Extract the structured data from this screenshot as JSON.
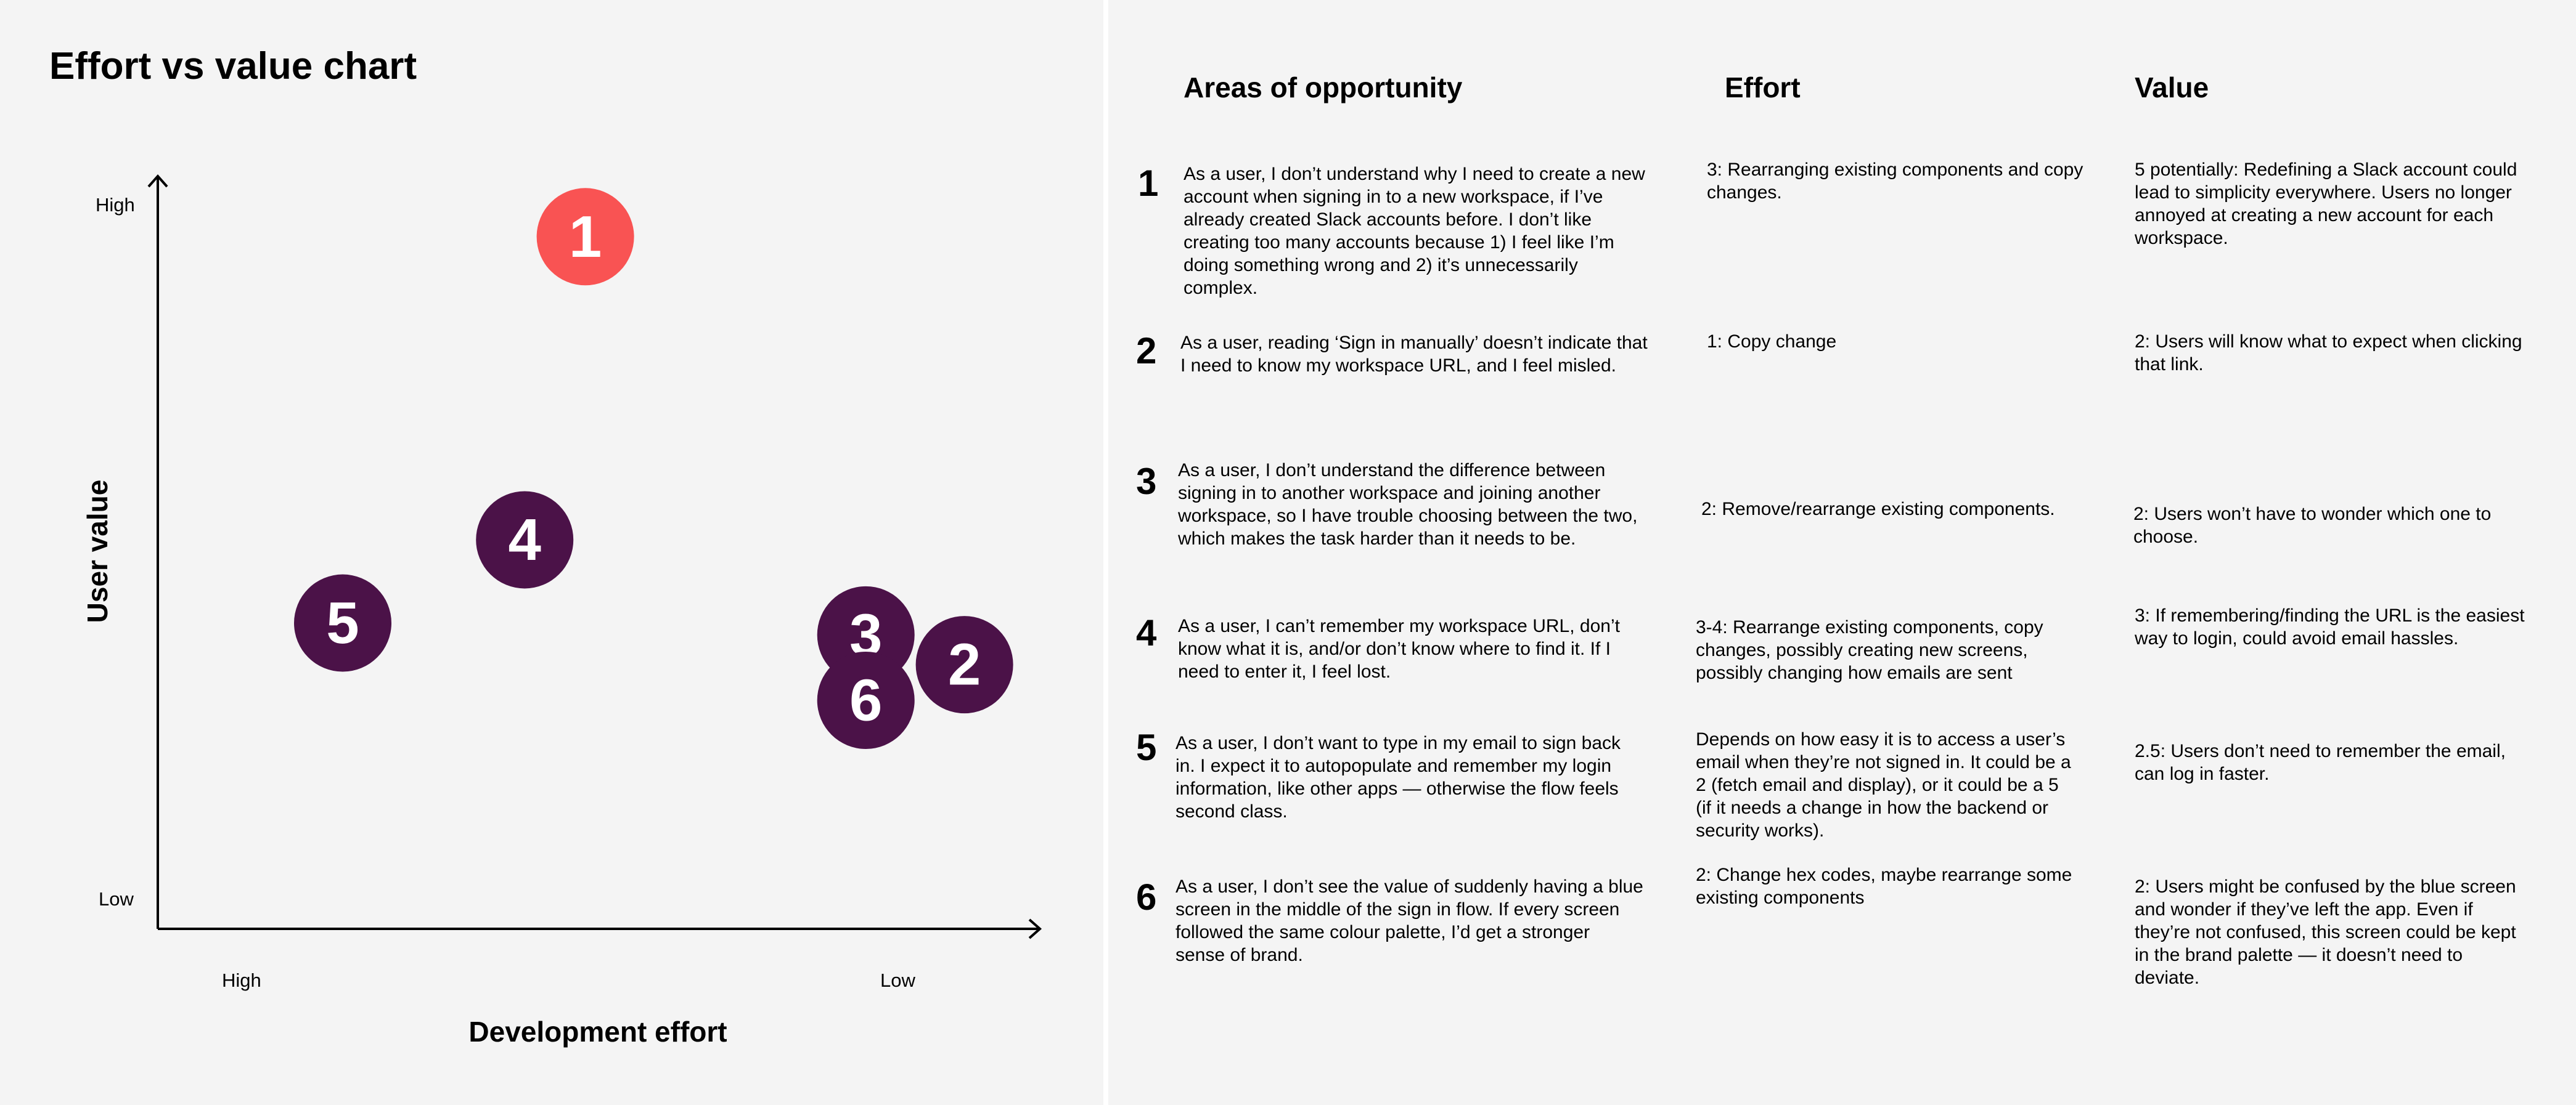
{
  "chart_data": {
    "type": "scatter",
    "title": "Effort vs value chart",
    "xlabel": "Development effort",
    "ylabel": "User value",
    "x_ticks": [
      "High",
      "Low"
    ],
    "y_ticks": [
      "High",
      "Low"
    ],
    "x_range": [
      0,
      10
    ],
    "y_range": [
      0,
      10
    ],
    "points": [
      {
        "label": "1",
        "x": 5.2,
        "y": 9.8,
        "color": "#f95353"
      },
      {
        "label": "2",
        "x": 10.2,
        "y": 2.6,
        "color": "#4b1248"
      },
      {
        "label": "3",
        "x": 8.9,
        "y": 3.1,
        "color": "#4b1248"
      },
      {
        "label": "4",
        "x": 4.4,
        "y": 4.7,
        "color": "#4b1248"
      },
      {
        "label": "5",
        "x": 2.0,
        "y": 3.3,
        "color": "#4b1248"
      },
      {
        "label": "6",
        "x": 8.9,
        "y": 2.0,
        "color": "#4b1248"
      }
    ]
  },
  "table": {
    "headers": {
      "area": "Areas of opportunity",
      "effort": "Effort",
      "value": "Value"
    },
    "rows": [
      {
        "num": "1",
        "area": "As a user, I don’t understand why I need to create a new account when signing in to a new workspace, if I’ve already created Slack accounts before. I don’t like creating too many accounts because 1) I feel like I’m doing something wrong and 2) it’s unnecessarily complex.",
        "effort": "3: Rearranging existing components and copy changes.",
        "value": "5 potentially: Redefining a Slack account could lead to simplicity everywhere. Users no longer annoyed at creating a new account for each workspace."
      },
      {
        "num": "2",
        "area": "As a user, reading ‘Sign in manually’ doesn’t indicate that I need to know my workspace URL, and I feel misled.",
        "effort": "1: Copy change",
        "value": "2: Users will know what to expect when clicking that link."
      },
      {
        "num": "3",
        "area": "As a user, I don’t understand the difference between signing in to another workspace and joining another workspace, so I have trouble choosing between the two, which makes the task harder than it needs to be.",
        "effort": "2: Remove/rearrange existing components.",
        "value": "2: Users won’t have to wonder which one to choose."
      },
      {
        "num": "4",
        "area": "As a user, I can’t remember my workspace URL, don’t know what it is, and/or don’t know where to find it. If I need to enter it, I feel lost.",
        "effort": "3-4: Rearrange existing components, copy changes, possibly creating new screens, possibly changing how emails are sent",
        "value": "3: If remembering/finding the URL is the easiest way to login, could avoid email hassles."
      },
      {
        "num": "5",
        "area": "As a user, I don’t want to type in my email to sign back in. I expect it to autopopulate and remember my login information, like other apps — otherwise the flow feels second class.",
        "effort": "Depends on how easy it is to access a user’s email when they’re not signed in. It could be a 2 (fetch email and display), or it could be a 5 (if it needs a change in how the backend or security works).",
        "value": "2.5: Users don’t need to remember the email, can log in faster."
      },
      {
        "num": "6",
        "area": "As a user, I don’t see the value of suddenly having a blue screen in the middle of the sign in flow. If every screen followed the same colour palette, I’d get a stronger sense of brand.",
        "effort": "2: Change hex codes, maybe rearrange some existing components",
        "value": "2: Users might be confused by the blue screen and wonder if they’ve left the app. Even if they’re not confused, this screen could be kept in the brand palette — it doesn’t need to deviate."
      }
    ]
  }
}
